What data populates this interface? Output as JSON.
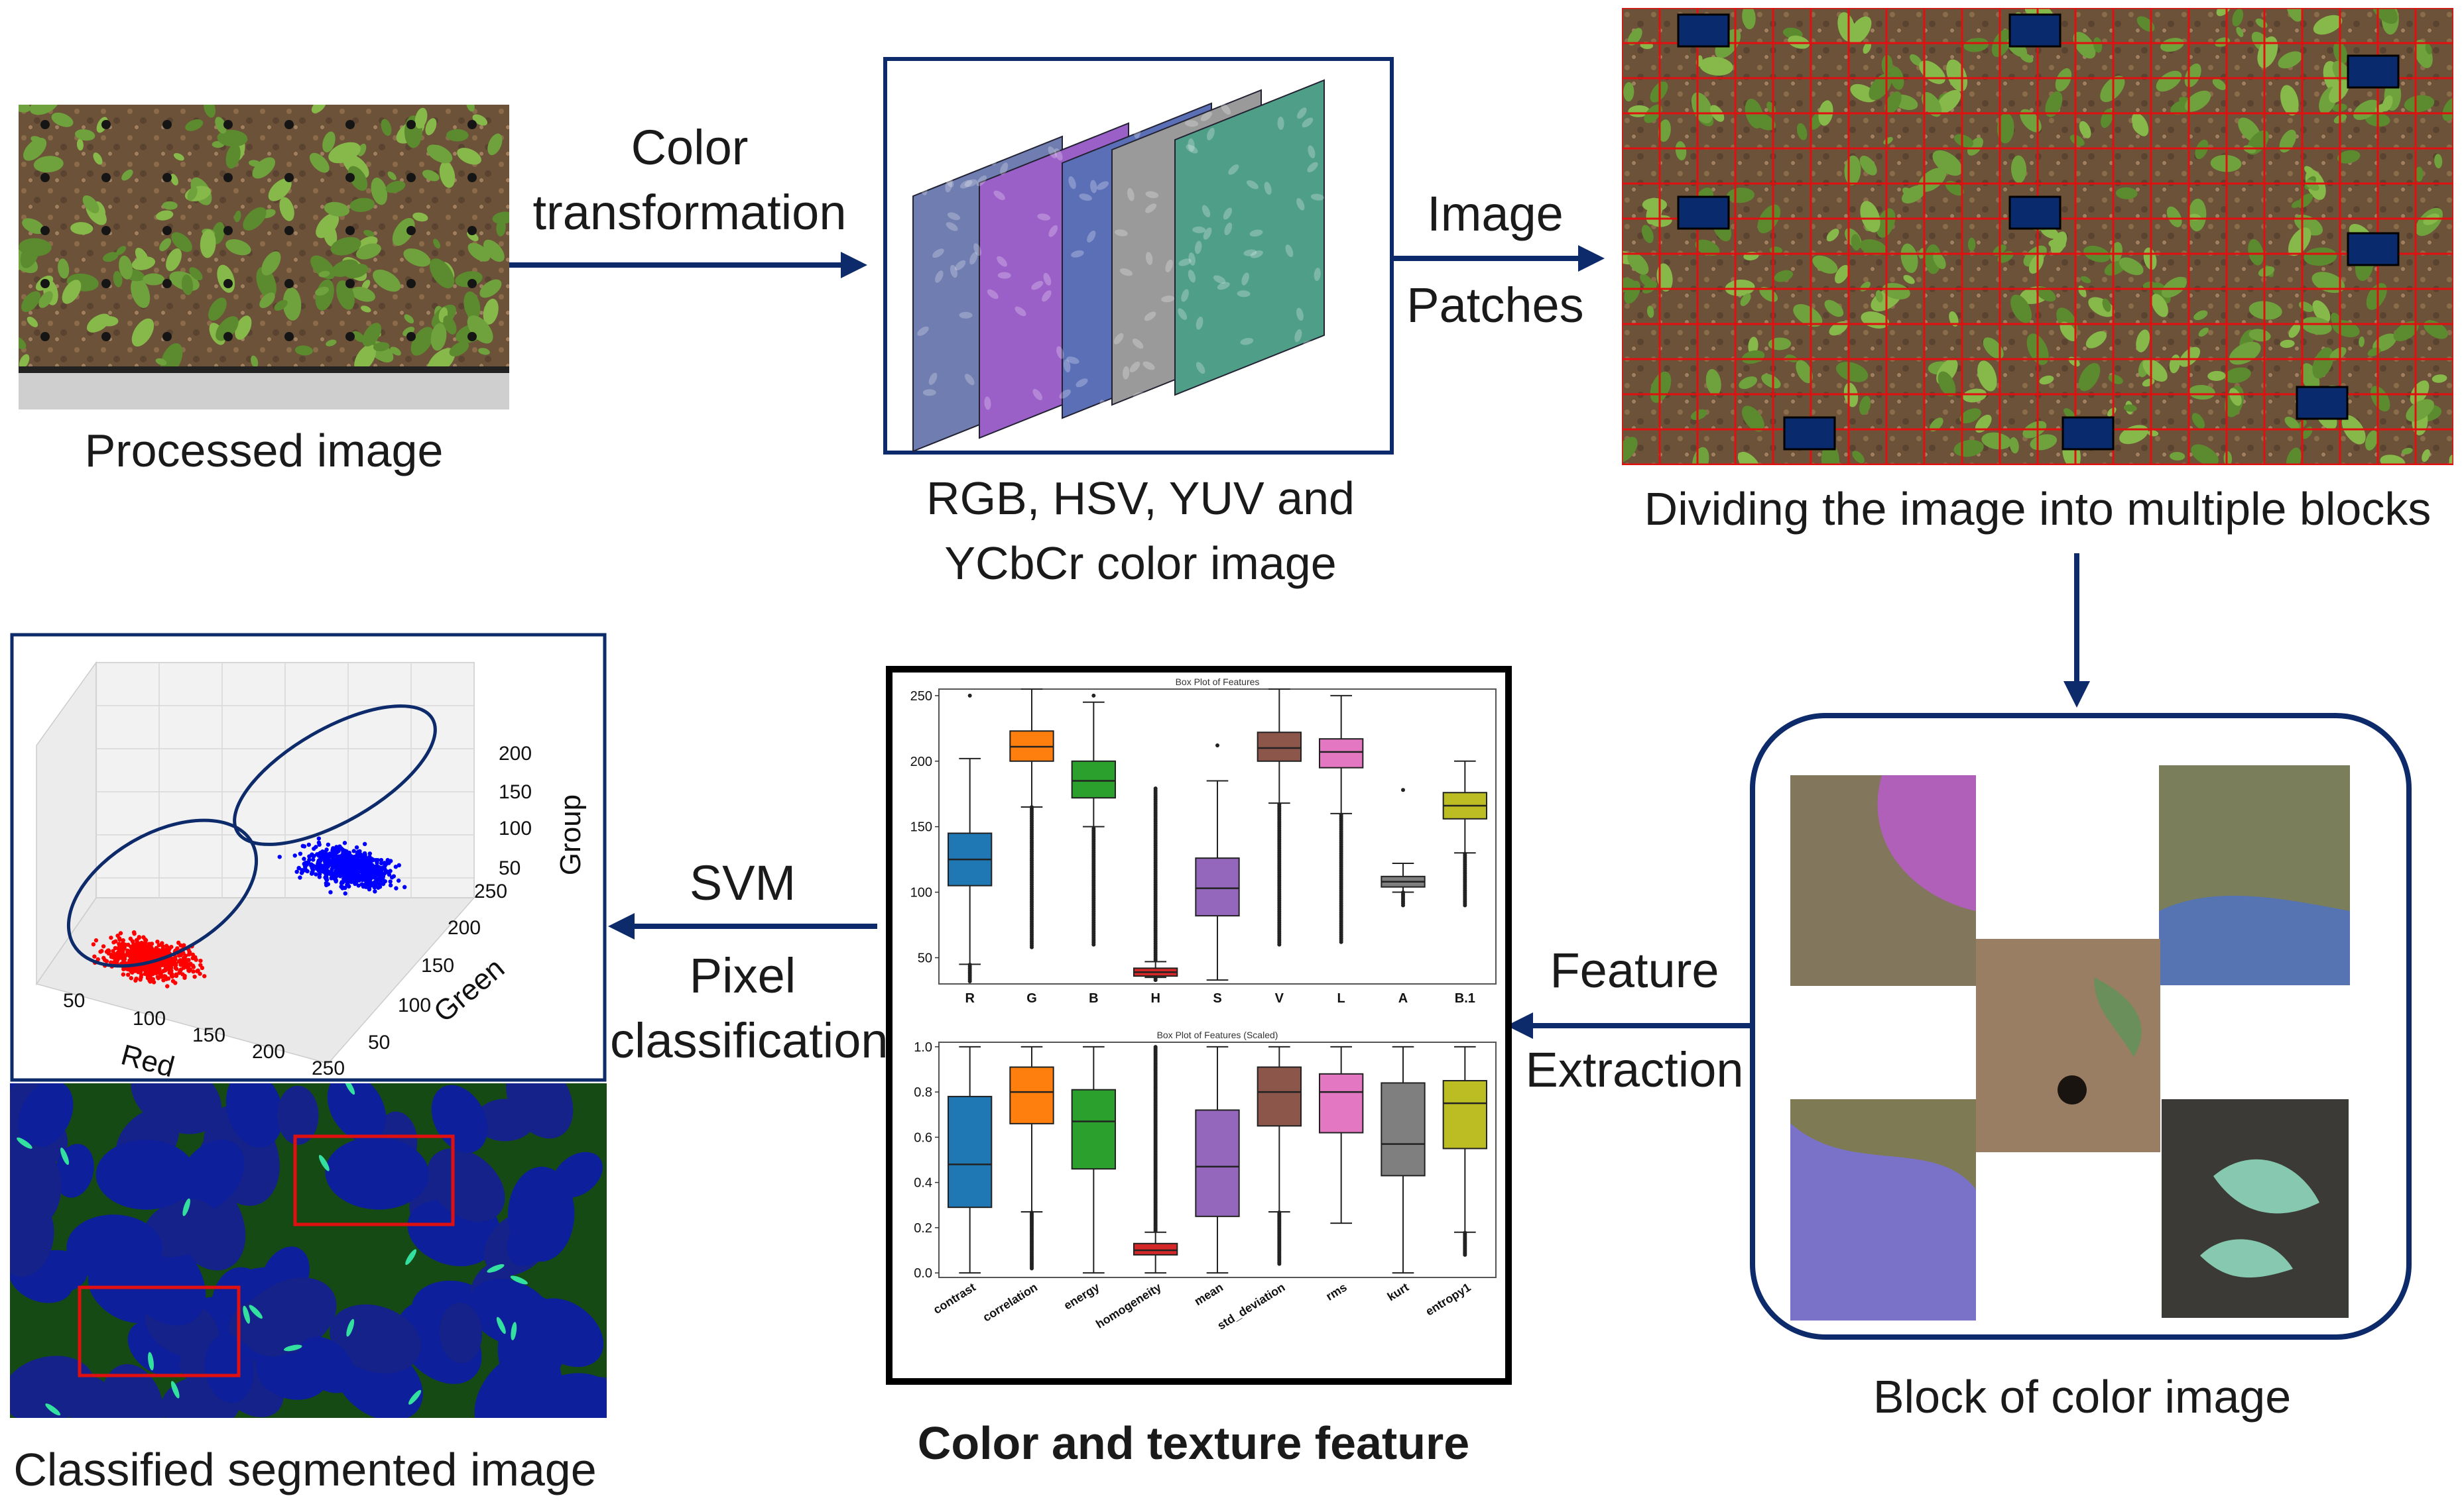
{
  "captions": {
    "processed": "Processed image",
    "color_images_line1": "RGB, HSV, YUV and",
    "color_images_line2": "YCbCr color image",
    "dividing": "Dividing the image into multiple blocks",
    "block": "Block of color image",
    "feature": "Color and texture feature",
    "classified": "Classified segmented image"
  },
  "arrows": {
    "color_transform_line1": "Color",
    "color_transform_line2": "transformation",
    "image_patches_line1": "Image",
    "image_patches_line2": "Patches",
    "feature_extraction_line1": "Feature",
    "feature_extraction_line2": "Extraction",
    "svm_line1": "SVM",
    "svm_line2": "Pixel",
    "svm_line3": "classification"
  },
  "colors": {
    "arrow": "#0d2a6b",
    "frame": "#0d2a6b",
    "grid_line": "#e01010",
    "patch_block": "#0a2a6e"
  },
  "chart_data": [
    {
      "type": "box",
      "title": "Box Plot of Features",
      "categories": [
        "R",
        "G",
        "B",
        "H",
        "S",
        "V",
        "L",
        "A",
        "B.1"
      ],
      "ylim": [
        30,
        255
      ],
      "yticks": [
        50,
        100,
        150,
        200,
        250
      ],
      "box_colors": [
        "#1f77b4",
        "#ff7f0e",
        "#2ca02c",
        "#d62728",
        "#9467bd",
        "#8c564b",
        "#e377c2",
        "#7f7f7f",
        "#bcbd22"
      ],
      "stats": [
        {
          "min": 45,
          "q1": 105,
          "median": 125,
          "q3": 145,
          "max": 202,
          "out_lo": 32,
          "out_hi": 250
        },
        {
          "min": 165,
          "q1": 200,
          "median": 211,
          "q3": 223,
          "max": 255,
          "out_lo": 58,
          "out_hi": 255
        },
        {
          "min": 150,
          "q1": 172,
          "median": 185,
          "q3": 200,
          "max": 245,
          "out_lo": 60,
          "out_hi": 250
        },
        {
          "min": 35,
          "q1": 36,
          "median": 39,
          "q3": 42,
          "max": 47,
          "out_lo": 33,
          "out_hi": 180
        },
        {
          "min": 33,
          "q1": 82,
          "median": 103,
          "q3": 126,
          "max": 185,
          "out_lo": 33,
          "out_hi": 212
        },
        {
          "min": 168,
          "q1": 200,
          "median": 210,
          "q3": 222,
          "max": 255,
          "out_lo": 60,
          "out_hi": 255
        },
        {
          "min": 160,
          "q1": 195,
          "median": 207,
          "q3": 217,
          "max": 250,
          "out_lo": 62,
          "out_hi": 250
        },
        {
          "min": 100,
          "q1": 104,
          "median": 108,
          "q3": 112,
          "max": 122,
          "out_lo": 90,
          "out_hi": 178
        },
        {
          "min": 130,
          "q1": 156,
          "median": 166,
          "q3": 176,
          "max": 200,
          "out_lo": 90,
          "out_hi": 200
        }
      ]
    },
    {
      "type": "box",
      "title": "Box Plot of Features (Scaled)",
      "categories": [
        "contrast",
        "correlation",
        "energy",
        "homogeneity",
        "mean",
        "std_deviation",
        "rms",
        "kurt",
        "entropy1"
      ],
      "ylim": [
        -0.02,
        1.02
      ],
      "yticks": [
        0.0,
        0.2,
        0.4,
        0.6,
        0.8,
        1.0
      ],
      "box_colors": [
        "#1f77b4",
        "#ff7f0e",
        "#2ca02c",
        "#d62728",
        "#9467bd",
        "#8c564b",
        "#e377c2",
        "#7f7f7f",
        "#bcbd22"
      ],
      "stats": [
        {
          "min": 0.0,
          "q1": 0.29,
          "median": 0.48,
          "q3": 0.78,
          "max": 1.0
        },
        {
          "min": 0.27,
          "q1": 0.66,
          "median": 0.8,
          "q3": 0.91,
          "max": 1.0,
          "out_lo": 0.02
        },
        {
          "min": 0.0,
          "q1": 0.46,
          "median": 0.67,
          "q3": 0.81,
          "max": 1.0
        },
        {
          "min": 0.0,
          "q1": 0.08,
          "median": 0.1,
          "q3": 0.13,
          "max": 0.18,
          "out_hi": 1.0
        },
        {
          "min": 0.0,
          "q1": 0.25,
          "median": 0.47,
          "q3": 0.72,
          "max": 1.0
        },
        {
          "min": 0.27,
          "q1": 0.65,
          "median": 0.8,
          "q3": 0.91,
          "max": 1.0,
          "out_lo": 0.04
        },
        {
          "min": 0.22,
          "q1": 0.62,
          "median": 0.8,
          "q3": 0.88,
          "max": 1.0
        },
        {
          "min": 0.0,
          "q1": 0.43,
          "median": 0.57,
          "q3": 0.84,
          "max": 1.0
        },
        {
          "min": 0.18,
          "q1": 0.55,
          "median": 0.75,
          "q3": 0.85,
          "max": 1.0,
          "out_lo": 0.08
        }
      ]
    },
    {
      "type": "scatter",
      "xlabel": "Red",
      "ylabel": "Green",
      "zlabel": "Group",
      "xticks": [
        50,
        100,
        150,
        200,
        250
      ],
      "yticks": [
        50,
        100,
        150,
        200,
        250
      ],
      "zticks": [
        50,
        100,
        150,
        200
      ],
      "series": [
        {
          "color": "#ff0000",
          "center": [
            90,
            75
          ],
          "count": 700
        },
        {
          "color": "#0000ff",
          "center": [
            200,
            170
          ],
          "count": 700
        }
      ]
    }
  ]
}
